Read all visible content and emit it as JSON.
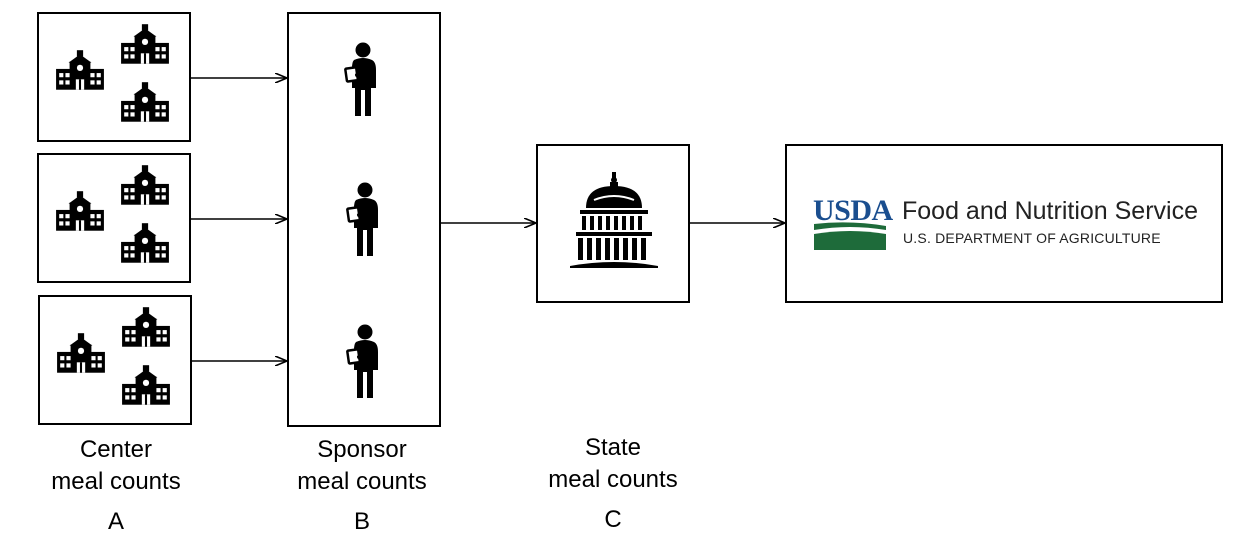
{
  "columns": {
    "center": {
      "caption_line1": "Center",
      "caption_line2": "meal counts",
      "letter": "A"
    },
    "sponsor": {
      "caption_line1": "Sponsor",
      "caption_line2": "meal counts",
      "letter": "B"
    },
    "state": {
      "caption_line1": "State",
      "caption_line2": "meal counts",
      "letter": "C"
    }
  },
  "fns": {
    "logo_text": "USDA",
    "title": "Food and Nutrition Service",
    "subtitle": "U.S. DEPARTMENT OF AGRICULTURE"
  },
  "icons": {
    "center_group": "school-building-icon",
    "sponsor": "person-with-clipboard-icon",
    "state": "capitol-dome-icon",
    "arrow": "arrow-right-icon"
  },
  "colors": {
    "usda_blue": "#1a4e8f",
    "usda_green": "#1e6b3a"
  }
}
